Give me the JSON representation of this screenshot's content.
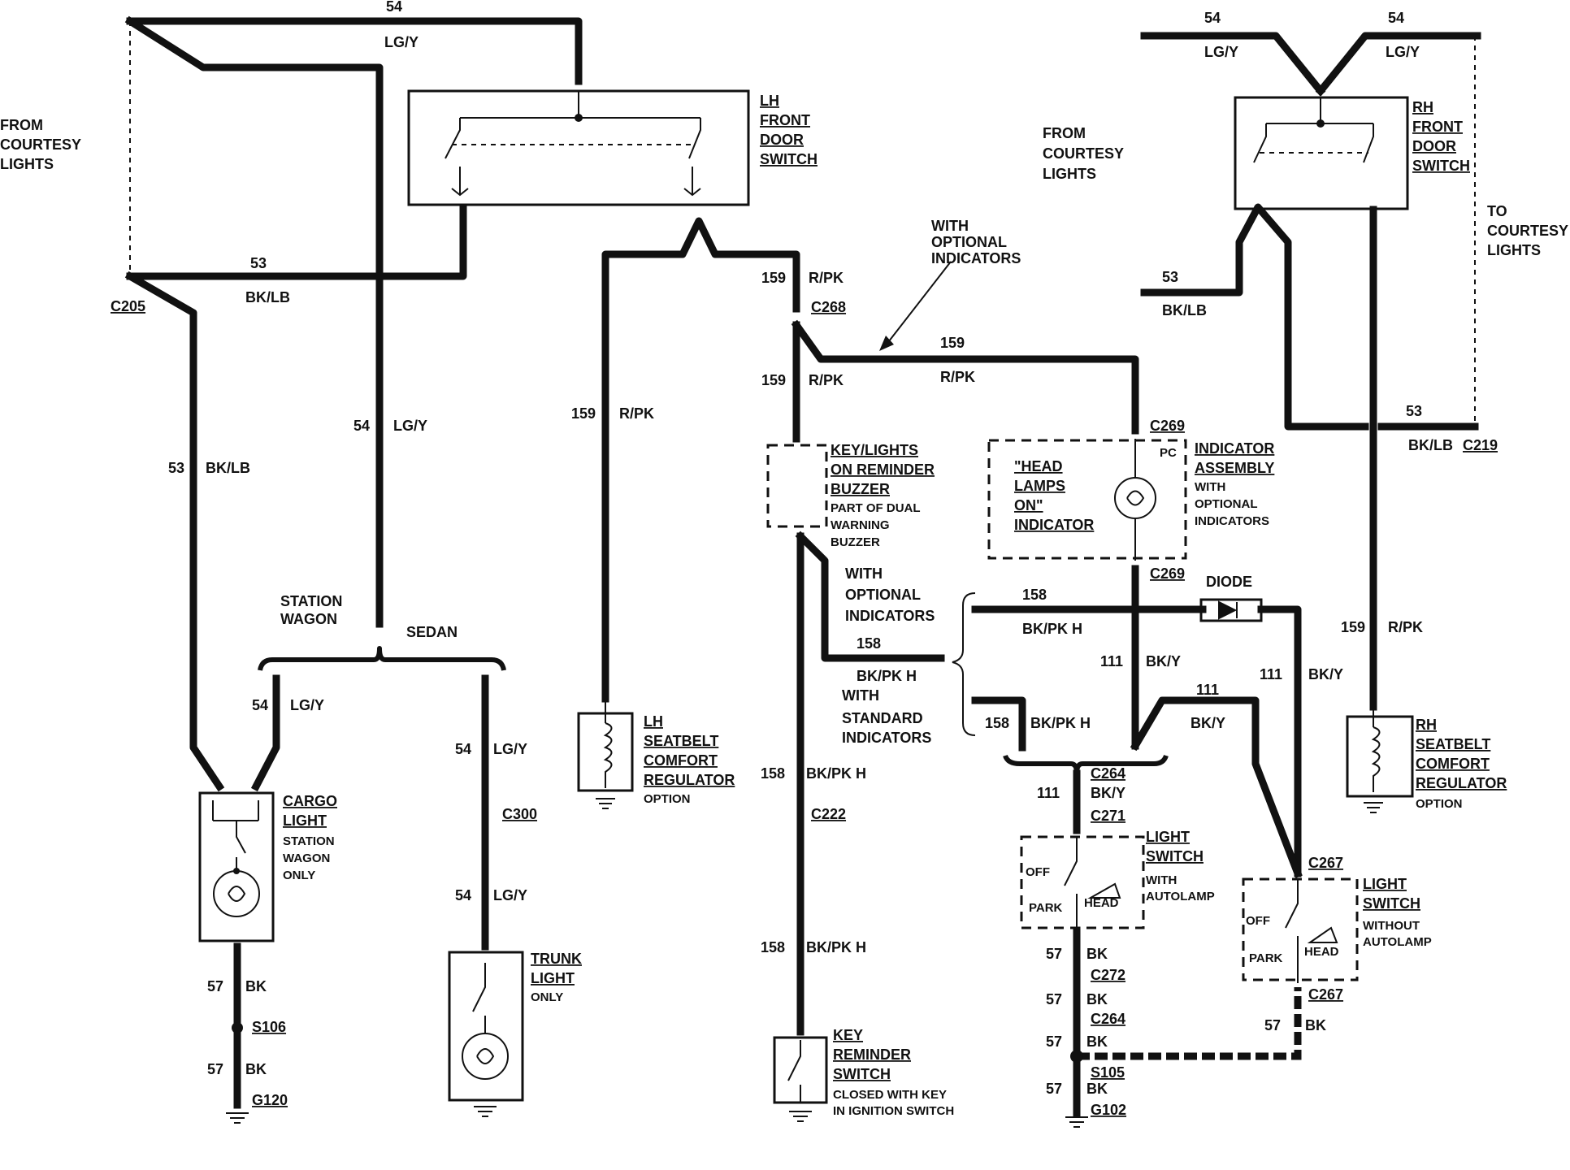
{
  "diagram": {
    "components": {
      "lh_door_switch": [
        "LH",
        "FRONT",
        "DOOR",
        "SWITCH"
      ],
      "rh_door_switch": [
        "RH",
        "FRONT",
        "DOOR",
        "SWITCH"
      ],
      "buzzer": [
        "KEY/LIGHTS",
        "ON REMINDER",
        "BUZZER"
      ],
      "buzzer_note": [
        "PART OF DUAL",
        "WARNING",
        "BUZZER"
      ],
      "indicator_box": [
        "\"HEAD",
        "LAMPS",
        "ON\"",
        "INDICATOR"
      ],
      "indicator_box_pc": "PC",
      "indicator_assembly": [
        "INDICATOR",
        "ASSEMBLY"
      ],
      "indicator_assembly_note": [
        "WITH",
        "OPTIONAL",
        "INDICATORS"
      ],
      "lh_seatbelt": [
        "LH",
        "SEATBELT",
        "COMFORT",
        "REGULATOR"
      ],
      "lh_seatbelt_note": "OPTION",
      "rh_seatbelt": [
        "RH",
        "SEATBELT",
        "COMFORT",
        "REGULATOR"
      ],
      "rh_seatbelt_note": "OPTION",
      "cargo_light": [
        "CARGO",
        "LIGHT"
      ],
      "cargo_light_note": [
        "STATION",
        "WAGON",
        "ONLY"
      ],
      "trunk_light": [
        "TRUNK",
        "LIGHT"
      ],
      "trunk_light_note": "ONLY",
      "key_switch": [
        "KEY",
        "REMINDER",
        "SWITCH"
      ],
      "key_switch_note": [
        "CLOSED WITH KEY",
        "IN IGNITION SWITCH"
      ],
      "light_switch_auto": [
        "LIGHT",
        "SWITCH"
      ],
      "light_switch_auto_note": [
        "WITH",
        "AUTOLAMP"
      ],
      "light_switch_manual": [
        "LIGHT",
        "SWITCH"
      ],
      "light_switch_manual_note": [
        "WITHOUT",
        "AUTOLAMP"
      ],
      "switch_positions": {
        "off": "OFF",
        "park": "PARK",
        "head": "HEAD"
      },
      "diode": "DIODE"
    },
    "notes": {
      "from_courtesy_left": [
        "FROM",
        "COURTESY",
        "LIGHTS"
      ],
      "from_courtesy_right": [
        "FROM",
        "COURTESY",
        "LIGHTS"
      ],
      "to_courtesy": [
        "TO",
        "COURTESY",
        "LIGHTS"
      ],
      "with_optional_indicators_top": [
        "WITH",
        "OPTIONAL",
        "INDICATORS"
      ],
      "with_optional_indicators_mid": [
        "WITH",
        "OPTIONAL",
        "INDICATORS"
      ],
      "with_standard_indicators": [
        "WITH",
        "STANDARD",
        "INDICATORS"
      ],
      "station_wagon": [
        "STATION",
        "WAGON"
      ],
      "sedan": "SEDAN"
    },
    "connectors": {
      "c205": "C205",
      "c268": "C268",
      "c269_top": "C269",
      "c269_bottom": "C269",
      "c219": "C219",
      "c264_top": "C264",
      "c271": "C271",
      "c272": "C272",
      "c264_bottom": "C264",
      "c222": "C222",
      "c300": "C300",
      "c267_top": "C267",
      "c267_bottom": "C267",
      "s106": "S106",
      "g120": "G120",
      "s105": "S105",
      "g102": "G102"
    },
    "wire_labels": [
      {
        "num": "54",
        "color": "LG/Y"
      },
      {
        "num": "53",
        "color": "BK/LB"
      },
      {
        "num": "53",
        "color": "BK/LB"
      },
      {
        "num": "54",
        "color": "LG/Y"
      },
      {
        "num": "159",
        "color": "R/PK"
      },
      {
        "num": "159",
        "color": "R/PK"
      },
      {
        "num": "159",
        "color": "R/PK"
      },
      {
        "num": "159",
        "color": "R/PK"
      },
      {
        "num": "54",
        "color": "LG/Y"
      },
      {
        "num": "54",
        "color": "LG/Y"
      },
      {
        "num": "53",
        "color": "BK/LB"
      },
      {
        "num": "53",
        "color": "BK/LB"
      },
      {
        "num": "159",
        "color": "R/PK"
      },
      {
        "num": "54",
        "color": "LG/Y"
      },
      {
        "num": "54",
        "color": "LG/Y"
      },
      {
        "num": "54",
        "color": "LG/Y"
      },
      {
        "num": "57",
        "color": "BK"
      },
      {
        "num": "57",
        "color": "BK"
      },
      {
        "num": "158",
        "color": "BK/PK H"
      },
      {
        "num": "158",
        "color": "BK/PK H"
      },
      {
        "num": "158",
        "color": "BK/PK H"
      },
      {
        "num": "158",
        "color": "BK/PK H"
      },
      {
        "num": "158",
        "color": "BK/PK H"
      },
      {
        "num": "111",
        "color": "BK/Y"
      },
      {
        "num": "111",
        "color": "BK/Y"
      },
      {
        "num": "111",
        "color": "BK/Y"
      },
      {
        "num": "111",
        "color": "BK/Y"
      },
      {
        "num": "57",
        "color": "BK"
      },
      {
        "num": "57",
        "color": "BK"
      },
      {
        "num": "57",
        "color": "BK"
      },
      {
        "num": "57",
        "color": "BK"
      },
      {
        "num": "57",
        "color": "BK"
      }
    ]
  }
}
